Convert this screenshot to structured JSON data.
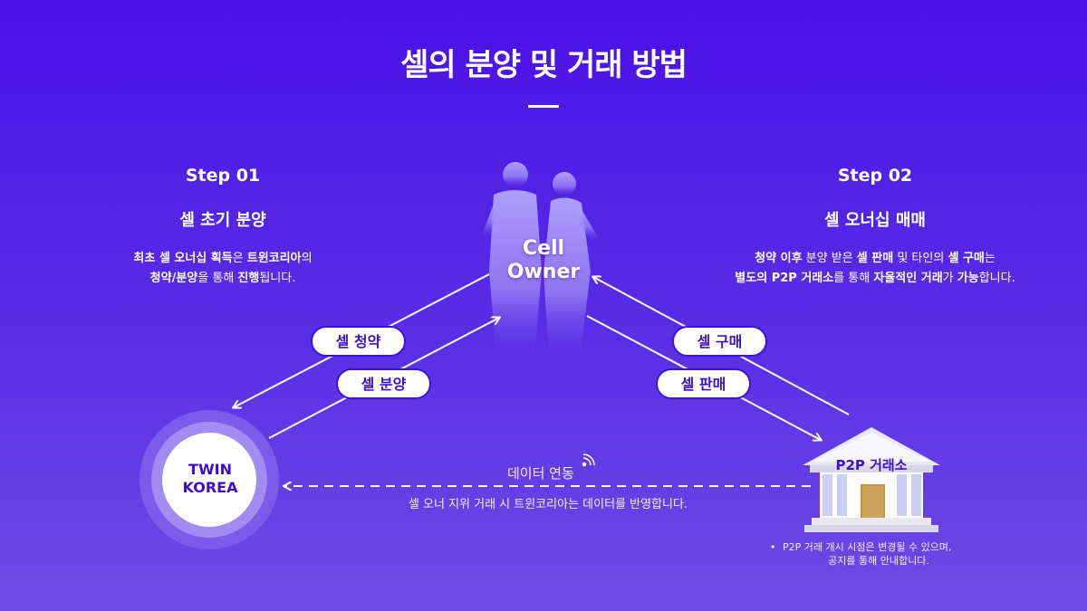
{
  "title": "셀의 분양 및 거래 방법",
  "step1": {
    "num": "Step 01",
    "subtitle": "셀 초기 분양",
    "line1_parts": [
      "최초 ",
      "셀 오너십 획득",
      "은 ",
      "트윈코리아",
      "의"
    ],
    "line2_parts": [
      "청약/분양",
      "을 통해 ",
      "진행",
      "됩니다."
    ]
  },
  "step2": {
    "num": "Step 02",
    "subtitle": "셀 오너십 매매",
    "line1_parts": [
      "청약 이후",
      " 분양 받은 ",
      "셀 판매",
      " 및 타인의 ",
      "셀 구매",
      "는"
    ],
    "line2_parts": [
      "별도의 P2P 거래소",
      "를 통해 ",
      "자율적인 거래",
      "가 ",
      "가능",
      "합니다."
    ]
  },
  "owner_label_1": "Cell",
  "owner_label_2": "Owner",
  "pills": {
    "subscribe": "셀 청약",
    "allot": "셀 분양",
    "buy": "셀 구매",
    "sell": "셀 판매"
  },
  "twin_label_1": "TWIN",
  "twin_label_2": "KOREA",
  "exchange_label": "P2P 거래소",
  "sync_title": "데이터 연동",
  "sync_desc": "셀 오너 지위 거래 시 트윈코리아는 데이터를 반영합니다.",
  "note_line1": "P2P 거래 개시 시점은 변경될 수 있으며,",
  "note_line2": "공지를 통해 안내합니다.",
  "colors": {
    "bg_top": "#4a10e6",
    "bg_bottom": "#6f4be4",
    "accent": "#3b10cc",
    "silhouette": "#a99af6"
  },
  "icons": [
    "owner-silhouette-icon",
    "signal-icon",
    "bank-building-icon"
  ]
}
